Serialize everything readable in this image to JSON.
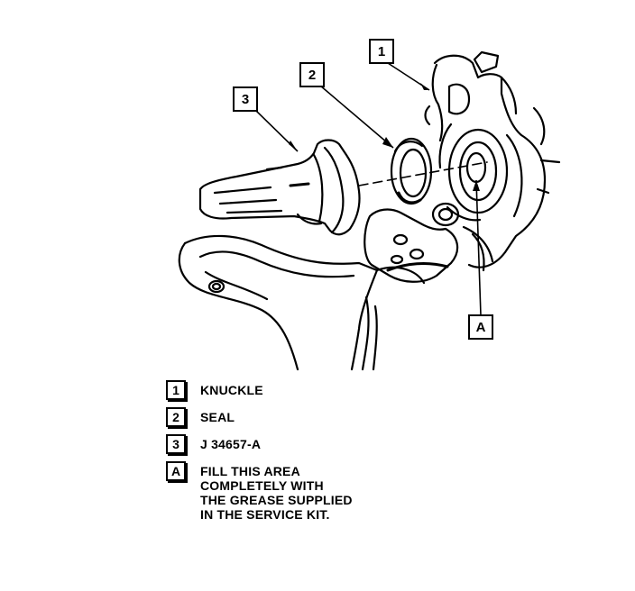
{
  "callouts": [
    {
      "id": "1"
    },
    {
      "id": "2"
    },
    {
      "id": "3"
    },
    {
      "id": "A"
    }
  ],
  "legend": [
    {
      "key": "1",
      "lines": [
        "KNUCKLE"
      ]
    },
    {
      "key": "2",
      "lines": [
        "SEAL"
      ]
    },
    {
      "key": "3",
      "lines": [
        "J 34657-A"
      ]
    },
    {
      "key": "A",
      "lines": [
        "FILL THIS AREA",
        "COMPLETELY WITH",
        "THE GREASE SUPPLIED",
        "IN THE SERVICE KIT."
      ]
    }
  ],
  "colors": {
    "ink": "#000000",
    "paper": "#ffffff"
  }
}
